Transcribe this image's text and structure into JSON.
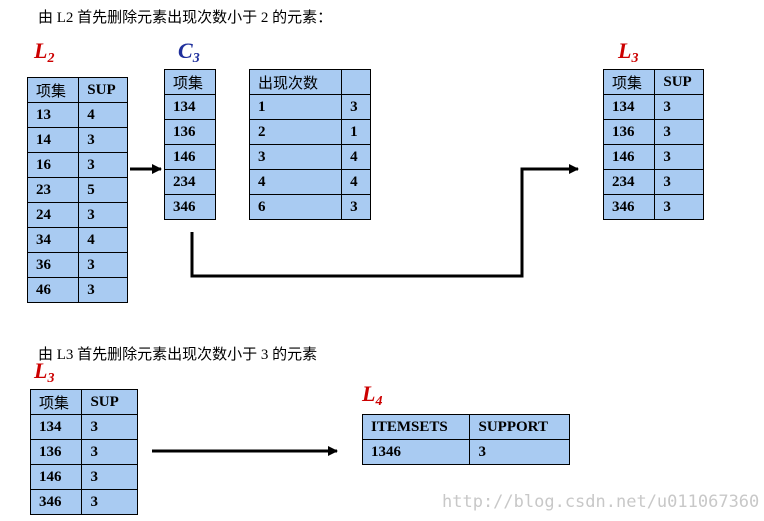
{
  "caption1": "由 L2 首先删除元素出现次数小于 2 的元素：",
  "caption2": "由 L3 首先删除元素出现次数小于 3 的元素",
  "watermark": "http://blog.csdn.net/u011067360",
  "colors": {
    "cell_fill": "#a9cbf2",
    "label_red": "#cc0000",
    "label_blue": "#1f2f9c"
  },
  "L2": {
    "label_main": "L",
    "label_sub": "2",
    "header": [
      "项集",
      "SUP"
    ],
    "rows": [
      [
        "13",
        "4"
      ],
      [
        "14",
        "3"
      ],
      [
        "16",
        "3"
      ],
      [
        "23",
        "5"
      ],
      [
        "24",
        "3"
      ],
      [
        "34",
        "4"
      ],
      [
        "36",
        "3"
      ],
      [
        "46",
        "3"
      ]
    ]
  },
  "C3": {
    "label_main": "C",
    "label_sub": "3",
    "header": [
      "项集"
    ],
    "rows": [
      [
        "134"
      ],
      [
        "136"
      ],
      [
        "146"
      ],
      [
        "234"
      ],
      [
        "346"
      ]
    ]
  },
  "count": {
    "header": [
      "出现次数",
      ""
    ],
    "rows": [
      [
        "1",
        "3"
      ],
      [
        "2",
        "1"
      ],
      [
        "3",
        "4"
      ],
      [
        "4",
        "4"
      ],
      [
        "6",
        "3"
      ]
    ]
  },
  "L3_top": {
    "label_main": "L",
    "label_sub": "3",
    "header": [
      "项集",
      "SUP"
    ],
    "rows": [
      [
        "134",
        "3"
      ],
      [
        "136",
        "3"
      ],
      [
        "146",
        "3"
      ],
      [
        "234",
        "3"
      ],
      [
        "346",
        "3"
      ]
    ]
  },
  "L3_bottom": {
    "label_main": "L",
    "label_sub": "3",
    "header": [
      "项集",
      "SUP"
    ],
    "rows": [
      [
        "134",
        "3"
      ],
      [
        "136",
        "3"
      ],
      [
        "146",
        "3"
      ],
      [
        "346",
        "3"
      ]
    ]
  },
  "L4": {
    "label_main": "L",
    "label_sub": "4",
    "header": [
      "ITEMSETS",
      "SUPPORT"
    ],
    "rows": [
      [
        "1346",
        "3"
      ]
    ]
  }
}
